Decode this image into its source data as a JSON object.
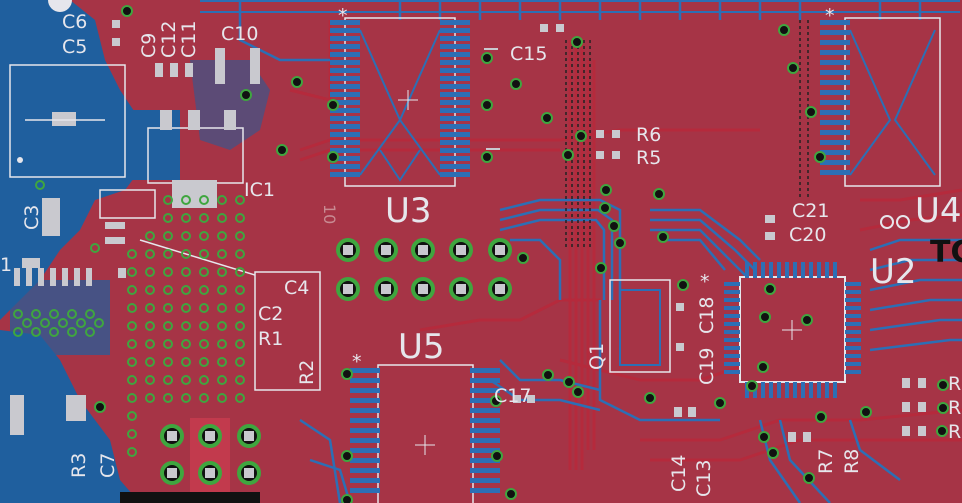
{
  "board": {
    "colors": {
      "top_copper": "#a63446",
      "bottom_copper": "#1f5f9e",
      "trace_top": "#b52a3c",
      "trace_bottom": "#2c6fb5",
      "silkscreen": "#e6e6ec",
      "via_ring": "#3fa63f",
      "pad": "#c9c9cf"
    },
    "labels": {
      "u2": "U2",
      "u3": "U3",
      "u4": "U4",
      "u5": "U5",
      "ic1": "IC1",
      "q1": "Q1",
      "c2": "C2",
      "c3": "C3",
      "c4": "C4",
      "c5": "C5",
      "c6": "C6",
      "c7": "C7",
      "c9": "C9",
      "c10": "C10",
      "c11": "C11",
      "c12": "C12",
      "c13": "C13",
      "c14": "C14",
      "c15": "C15",
      "c17": "C17",
      "c18": "C18",
      "c19": "C19",
      "c20": "C20",
      "c21": "C21",
      "r1": "R1",
      "r2": "R2",
      "r3": "R3",
      "r5": "R5",
      "r6": "R6",
      "r7": "R7",
      "r8": "R8",
      "r_edge_a": "R",
      "r_edge_b": "R",
      "r_edge_c": "R",
      "edge_1": "1",
      "header_10": "10",
      "tc_fragment": "TC"
    }
  }
}
